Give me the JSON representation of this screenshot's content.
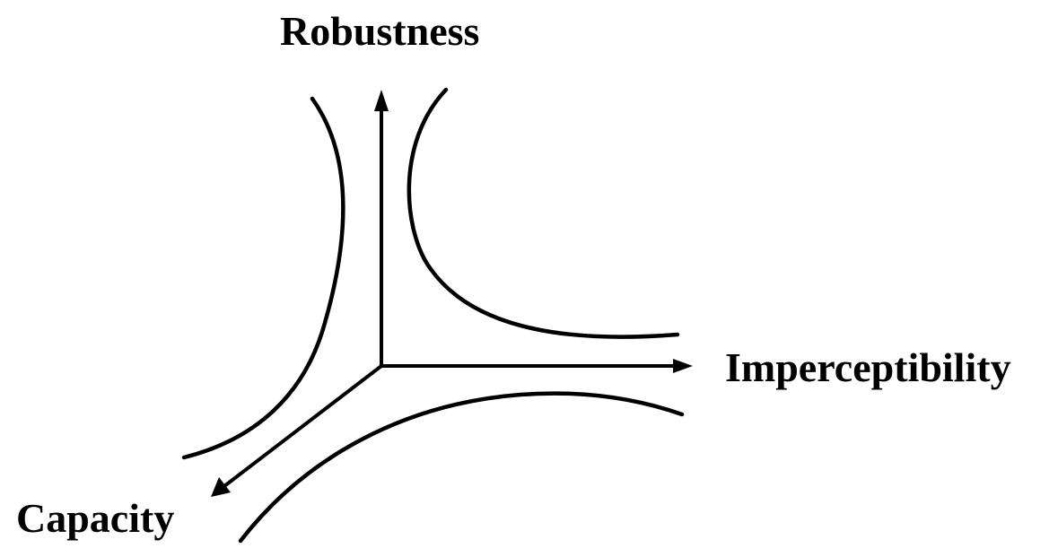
{
  "axes": {
    "robustness": "Robustness",
    "imperceptibility": "Imperceptibility",
    "capacity": "Capacity"
  },
  "colors": {
    "stroke": "#000000",
    "background": "#ffffff"
  }
}
